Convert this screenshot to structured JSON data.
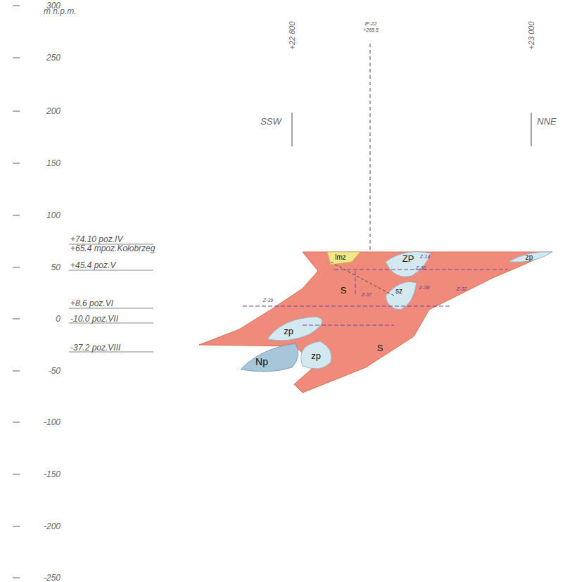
{
  "diagram": {
    "labels": [
      "m n.p.m.",
      "300",
      "250",
      "200",
      "150",
      "100",
      "50",
      "0",
      "-50",
      "-100",
      "-150",
      "-200",
      "-250",
      "+22 800",
      "+23 000",
      "IP-22",
      "+265.5",
      "SSW",
      "NNE",
      "+74.10 poz.IV",
      "+65.4 mpoz.Kołobrzeg",
      "+45.4 poz.V",
      "+8.6 poz.VI",
      "-10.0 poz.VII",
      "-37.2 poz.VIII",
      "S",
      "S",
      "zp",
      "Np",
      "zp",
      "lmz",
      "ZP",
      "zp",
      "sz",
      "Z-14",
      "Z-38",
      "Z-39",
      "Z-37",
      "Z-32",
      "Z-30"
    ]
  }
}
